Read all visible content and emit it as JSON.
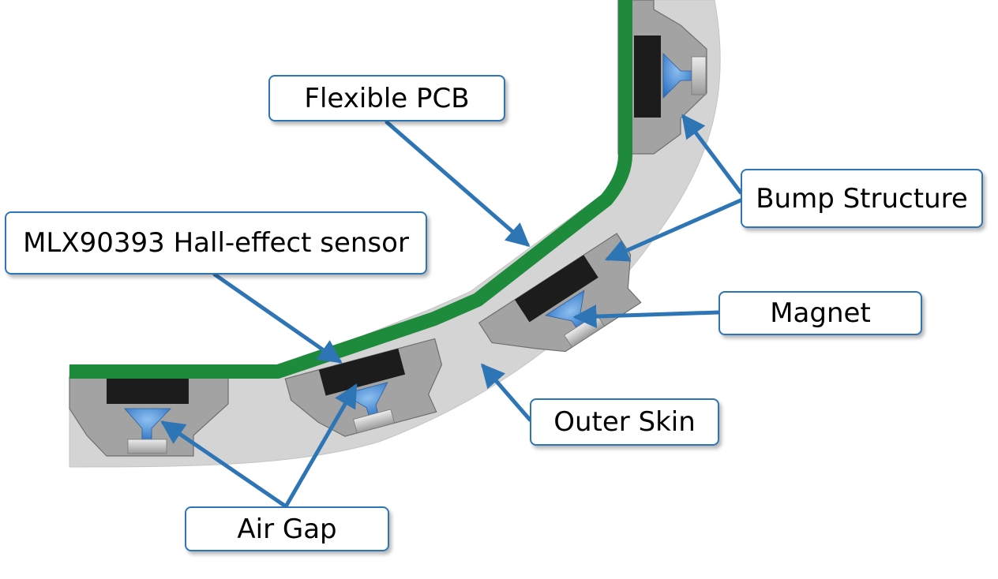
{
  "labels": {
    "flexible_pcb": "Flexible PCB",
    "bump_structure": "Bump Structure",
    "hall_sensor": "MLX90393 Hall-effect sensor",
    "magnet": "Magnet",
    "outer_skin": "Outer Skin",
    "air_gap": "Air Gap"
  },
  "colors": {
    "pcb_green": "#1e8a3c",
    "skin_gray": "#d4d4d4",
    "bump_gray": "#a3a3a3",
    "sensor_black": "#1c1c1c",
    "air_gap_blue": "#4a8fd6",
    "magnet_silver": "#cfcfcf",
    "callout_blue": "#2e75b6"
  }
}
